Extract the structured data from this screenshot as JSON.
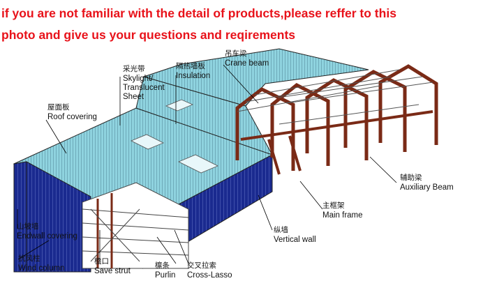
{
  "banner": {
    "line1": "if you are not familiar with the detail of products,please reffer to this",
    "line2": "photo and give us your questions and reqirements"
  },
  "labels": {
    "skylight": {
      "zh": "采光带",
      "en1": "Skylight/",
      "en2": "Translucent",
      "en3": "Sheet"
    },
    "insulation": {
      "zh": "隔热墙板",
      "en": "Insulation"
    },
    "crane_beam": {
      "zh": "吊车梁",
      "en": "Crane beam"
    },
    "roof": {
      "zh": "屋面板",
      "en": "Roof covering"
    },
    "auxiliary": {
      "zh": "辅助梁",
      "en": "Auxiliary Beam"
    },
    "main_frame": {
      "zh": "主框架",
      "en": "Main frame"
    },
    "vertical_wall": {
      "zh": "纵墙",
      "en": "Vertical wall"
    },
    "endwall": {
      "zh": "山坡墙",
      "en": "Endwall covering"
    },
    "wind_column": {
      "zh": "抗风柱",
      "en": "Wind column"
    },
    "save_strut": {
      "zh": "檐口",
      "en": "Save strut"
    },
    "purlin": {
      "zh": "檩条",
      "en": "Purlin"
    },
    "cross_lasso": {
      "zh": "交叉拉索",
      "en": "Cross-Lasso"
    }
  },
  "colors": {
    "banner": "#e8121a",
    "roof": "#8fd3df",
    "wall": "#1a2a8f",
    "frame": "#7a2a16"
  }
}
